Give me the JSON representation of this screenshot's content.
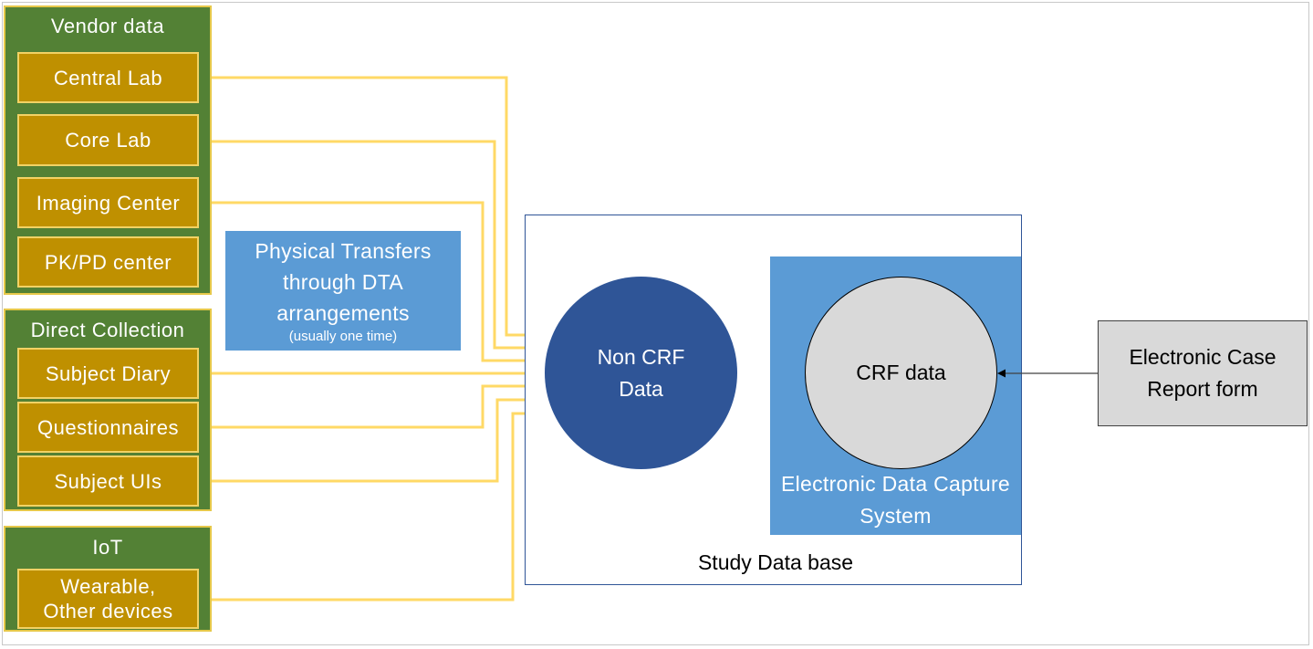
{
  "groups": {
    "vendor": {
      "title": "Vendor data",
      "items": [
        "Central Lab",
        "Core Lab",
        "Imaging Center",
        "PK/PD center"
      ]
    },
    "direct": {
      "title": "Direct Collection",
      "items": [
        "Subject Diary",
        "Questionnaires",
        "Subject UIs"
      ]
    },
    "iot": {
      "title": "IoT",
      "items": [
        "Wearable,\nOther devices"
      ]
    }
  },
  "note": {
    "main": "Physical Transfers through DTA arrangements",
    "sub": "(usually one time)"
  },
  "database": {
    "label": "Study Data base",
    "non_crf": "Non CRF Data",
    "crf": "CRF data",
    "edc": "Electronic Data Capture System"
  },
  "ecrf": "Electronic Case Report form",
  "colors": {
    "group_green": "#538135",
    "item_gold": "#bf9000",
    "connector_yellow": "#ffd966",
    "note_blue": "#5b9bd5",
    "non_crf_navy": "#2f5597",
    "crf_grey": "#d9d9d9"
  }
}
